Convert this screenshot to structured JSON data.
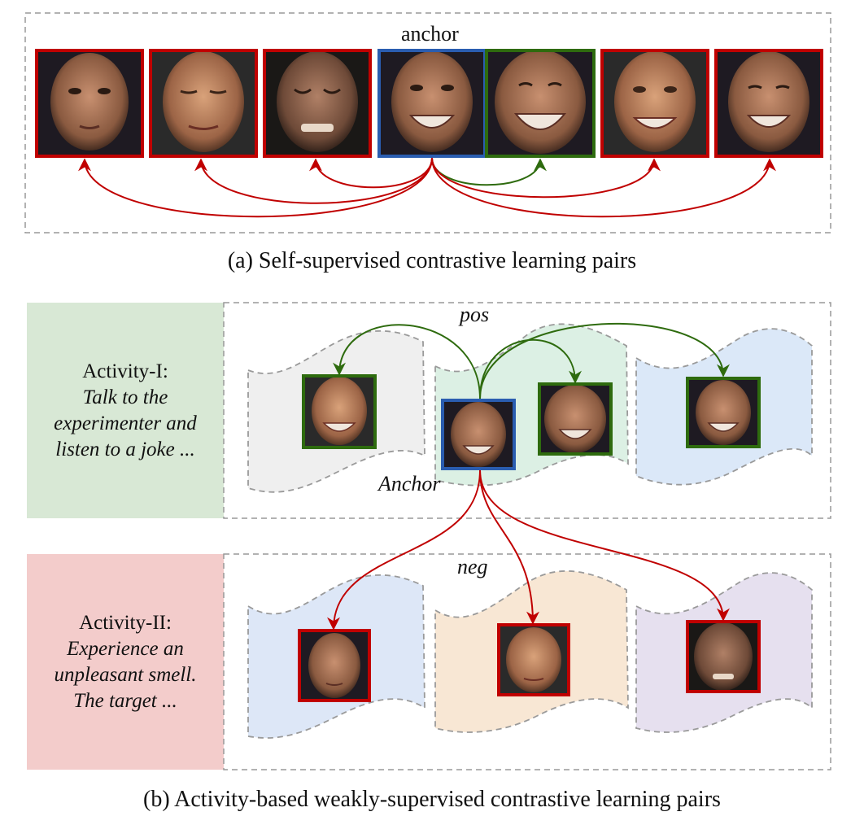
{
  "panel_a": {
    "anchor_label": "anchor",
    "caption": "(a) Self-supervised contrastive learning pairs"
  },
  "panel_b": {
    "pos_label": "pos",
    "neg_label": "neg",
    "anchor_label": "Anchor",
    "caption": "(b) Activity-based weakly-supervised contrastive learning pairs",
    "activity1": {
      "title": "Activity-I:",
      "lines": [
        "Talk to the",
        "experimenter and",
        "listen to a joke ..."
      ]
    },
    "activity2": {
      "title": "Activity-II:",
      "lines": [
        "Experience an",
        "unpleasant smell.",
        "The target ..."
      ]
    }
  },
  "colors": {
    "negative": "#c00000",
    "positive": "#2e6b0e",
    "anchor": "#2a5db0",
    "activity1_bg": "#d8e8d5",
    "activity2_bg": "#f3cccb"
  }
}
